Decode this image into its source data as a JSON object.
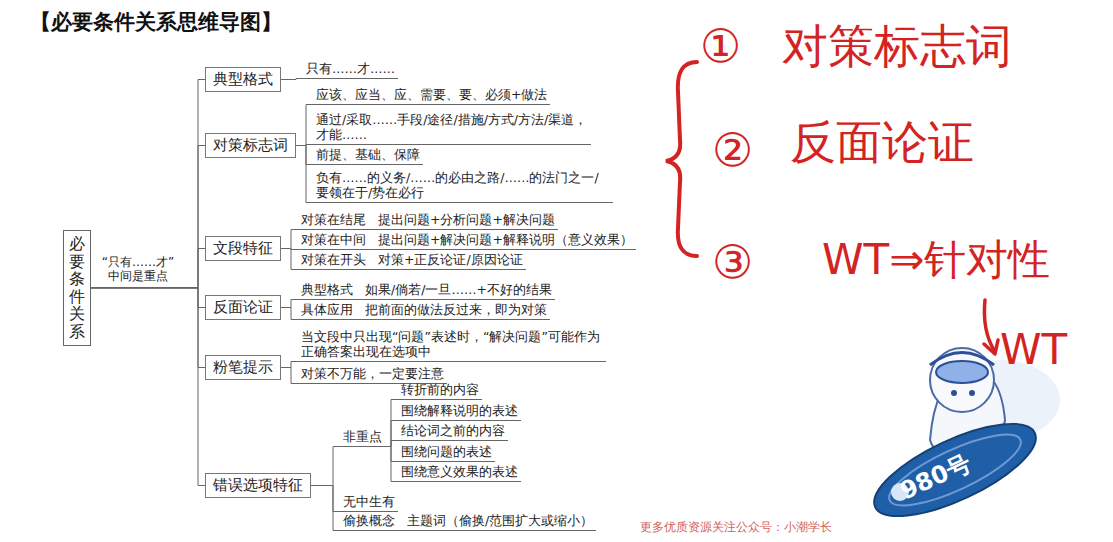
{
  "diagram": {
    "title": "【必要条件关系思维导图】",
    "nodes": [
      {
        "text": [
          "必要条件关系"
        ]
      },
      {
        "text": [
          "典型格式"
        ]
      },
      {
        "text": [
          "只有……才……"
        ]
      },
      {
        "text": [
          "对策标志词"
        ]
      },
      {
        "text": [
          "应该、应当、应、需要、要、必须+做法"
        ]
      },
      {
        "text": [
          "通过/采取……手段/途径/措施/方式/方法/渠道，才能……"
        ]
      },
      {
        "text": [
          "前提、基础、保障"
        ]
      },
      {
        "text": [
          "负有……的义务/……的必由之路/……的法门之一/要领在于/势在必行"
        ]
      },
      {
        "text": [
          "文段特征"
        ]
      },
      {
        "text": [
          "对策在结尾",
          "提出问题+分析问题+解决问题"
        ]
      },
      {
        "text": [
          "对策在中间",
          "提出问题+解决问题+解释说明（意义效果）"
        ]
      },
      {
        "text": [
          "对策在开头",
          "对策+正反论证/原因论证"
        ]
      },
      {
        "text": [
          "反面论证"
        ]
      },
      {
        "text": [
          "典型格式",
          "如果/倘若/一旦……+不好的结果"
        ]
      },
      {
        "text": [
          "具体应用",
          "把前面的做法反过来，即为对策"
        ]
      },
      {
        "text": [
          "粉笔提示"
        ]
      },
      {
        "text": [
          "当文段中只出现“问题”表述时，“解决问题”可能作为正确答案出现在选项中"
        ]
      },
      {
        "text": [
          "对策不万能，一定要注意"
        ]
      },
      {
        "text": [
          "错误选项特征"
        ]
      },
      {
        "text": [
          "非重点"
        ]
      },
      {
        "text": [
          "转折前的内容"
        ]
      },
      {
        "text": [
          "围绕解释说明的表述"
        ]
      },
      {
        "text": [
          "结论词之前的内容"
        ]
      },
      {
        "text": [
          "围绕问题的表述"
        ]
      },
      {
        "text": [
          "围绕意义效果的表述"
        ]
      },
      {
        "text": [
          "无中生有"
        ]
      },
      {
        "text": [
          "偷换概念",
          "主题词（偷换/范围扩大或缩小）"
        ]
      }
    ],
    "edges": [
      {
        "from": 0,
        "to": 1,
        "arrow": "none"
      },
      {
        "from": 0,
        "to": 3,
        "arrow": "none"
      },
      {
        "from": 0,
        "to": 8,
        "arrow": "none"
      },
      {
        "from": 0,
        "to": 12,
        "arrow": "none"
      },
      {
        "from": 0,
        "to": 15,
        "arrow": "none"
      },
      {
        "from": 0,
        "to": 18,
        "arrow": "none"
      },
      {
        "from": 1,
        "to": 2,
        "arrow": "none"
      },
      {
        "from": 3,
        "to": 4,
        "arrow": "none"
      },
      {
        "from": 3,
        "to": 5,
        "arrow": "none"
      },
      {
        "from": 3,
        "to": 6,
        "arrow": "none"
      },
      {
        "from": 3,
        "to": 7,
        "arrow": "none"
      },
      {
        "from": 8,
        "to": 9,
        "arrow": "none"
      },
      {
        "from": 8,
        "to": 10,
        "arrow": "none"
      },
      {
        "from": 8,
        "to": 11,
        "arrow": "none"
      },
      {
        "from": 12,
        "to": 13,
        "arrow": "none"
      },
      {
        "from": 12,
        "to": 14,
        "arrow": "none"
      },
      {
        "from": 15,
        "to": 16,
        "arrow": "none"
      },
      {
        "from": 15,
        "to": 17,
        "arrow": "none"
      },
      {
        "from": 18,
        "to": 19,
        "arrow": "none"
      },
      {
        "from": 18,
        "to": 25,
        "arrow": "none"
      },
      {
        "from": 18,
        "to": 26,
        "arrow": "none"
      },
      {
        "from": 19,
        "to": 20,
        "arrow": "none"
      },
      {
        "from": 19,
        "to": 21,
        "arrow": "none"
      },
      {
        "from": 19,
        "to": 22,
        "arrow": "none"
      },
      {
        "from": 19,
        "to": 23,
        "arrow": "none"
      },
      {
        "from": 19,
        "to": 24,
        "arrow": "none"
      }
    ],
    "labels": [
      "“只有……才” 中间是重点",
      "①",
      "对策标志词",
      "②",
      "反面论证",
      "③",
      "WT⇒针对性",
      "WT",
      "980号",
      "更多优质资源关注公众号：小潮学长"
    ]
  }
}
